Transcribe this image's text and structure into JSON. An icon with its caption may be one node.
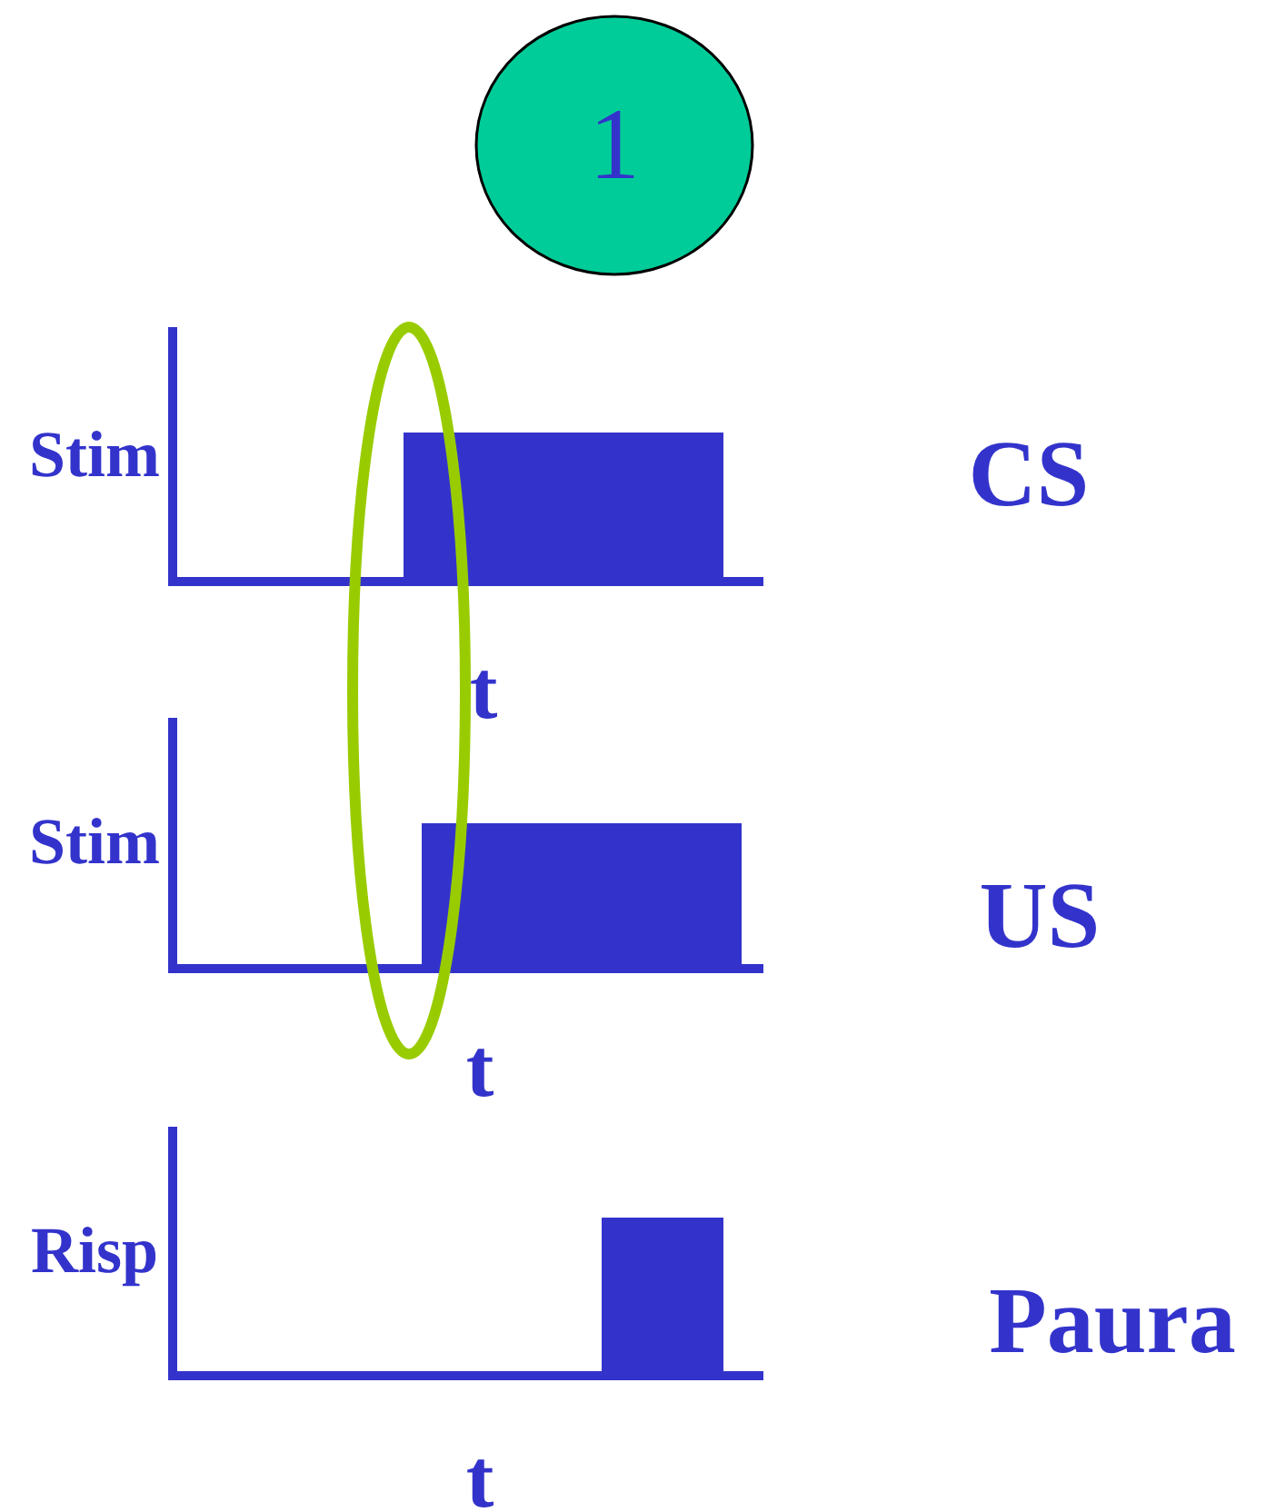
{
  "diagram": {
    "nodes": [
      {
        "text": [
          "1"
        ]
      }
    ],
    "labels": [
      "Stim",
      "t",
      "CS",
      "Stim",
      "t",
      "US",
      "Risp",
      "t",
      "Paura"
    ]
  }
}
